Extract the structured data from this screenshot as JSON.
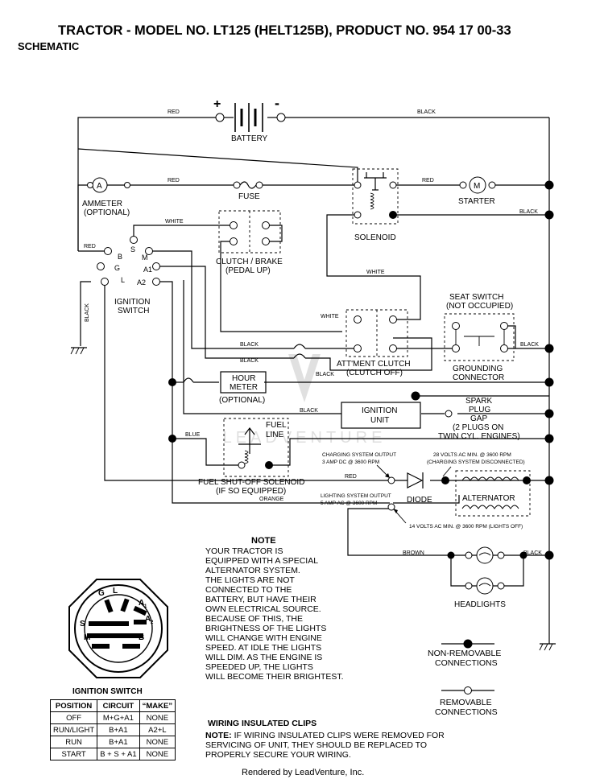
{
  "header": {
    "title": "TRACTOR - MODEL NO. LT125 (HELT125B), PRODUCT NO. 954 17 00-33",
    "subtitle": "SCHEMATIC"
  },
  "battery": {
    "plus": "+",
    "minus": "-",
    "label": "BATTERY"
  },
  "wires": {
    "red": "RED",
    "black": "BLACK",
    "white": "WHITE",
    "blue": "BLUE",
    "orange": "ORANGE",
    "brown": "BROWN"
  },
  "ammeter": {
    "symbol": "A",
    "label1": "AMMETER",
    "label2": "(OPTIONAL)"
  },
  "fuse": {
    "label": "FUSE"
  },
  "solenoid": {
    "label": "SOLENOID"
  },
  "starter": {
    "symbol": "M",
    "label": "STARTER"
  },
  "ignition_switch": {
    "label1": "IGNITION",
    "label2": "SWITCH",
    "terminals": {
      "b": "B",
      "s": "S",
      "m": "M",
      "g": "G",
      "a1": "A1",
      "l": "L",
      "a2": "A2"
    }
  },
  "clutch_brake": {
    "label1": "CLUTCH / BRAKE",
    "label2": "(PEDAL UP)"
  },
  "seat_switch": {
    "label1": "SEAT SWITCH",
    "label2": "(NOT OCCUPIED)"
  },
  "attachment_clutch": {
    "label1": "ATT'MENT CLUTCH",
    "label2": "(CLUTCH OFF)"
  },
  "grounding_connector": {
    "label1": "GROUNDING",
    "label2": "CONNECTOR"
  },
  "hour_meter": {
    "label1": "HOUR",
    "label2": "METER",
    "label3": "(OPTIONAL)"
  },
  "ignition_unit": {
    "label1": "IGNITION",
    "label2": "UNIT"
  },
  "spark_plug": {
    "label1": "SPARK",
    "label2": "PLUG",
    "label3": "GAP",
    "label4": "(2 PLUGS ON",
    "label5": "TWIN CYL. ENGINES)"
  },
  "fuel_line": {
    "label1": "FUEL",
    "label2": "LINE"
  },
  "fuel_solenoid": {
    "label1": "FUEL SHUT-OFF SOLENOID",
    "label2": "(IF SO EQUIPPED)"
  },
  "charging_output": {
    "label1": "CHARGING SYSTEM OUTPUT",
    "label2": "3 AMP DC @ 3600 RPM"
  },
  "alt_volts": {
    "label1": "28 VOLTS AC MIN. @ 3600 RPM",
    "label2": "(CHARGING SYSTEM DISCONNECTED)"
  },
  "diode": {
    "label": "DIODE"
  },
  "alternator": {
    "label": "ALTERNATOR"
  },
  "lighting_output": {
    "label1": "LIGHTING SYSTEM OUTPUT",
    "label2": "5 AMP AC @ 3600 RPM"
  },
  "lights_volts": {
    "label": "14 VOLTS AC MIN. @ 3600 RPM (LIGHTS OFF)"
  },
  "headlights": {
    "label": "HEADLIGHTS"
  },
  "note": {
    "title": "NOTE",
    "lines": [
      "YOUR TRACTOR IS",
      "EQUIPPED WITH A SPECIAL",
      "ALTERNATOR SYSTEM.",
      "THE LIGHTS ARE NOT",
      "CONNECTED TO THE",
      "BATTERY, BUT HAVE THEIR",
      "OWN ELECTRICAL SOURCE.",
      "BECAUSE OF THIS, THE",
      "BRIGHTNESS OF THE LIGHTS",
      "WILL CHANGE WITH ENGINE",
      "SPEED.  AT IDLE THE LIGHTS",
      "WILL DIM.  AS THE ENGINE IS",
      "SPEEDED UP, THE LIGHTS",
      "WILL BECOME THEIR BRIGHTEST."
    ]
  },
  "legend": {
    "non_removable1": "NON-REMOVABLE",
    "non_removable2": "CONNECTIONS",
    "removable1": "REMOVABLE",
    "removable2": "CONNECTIONS"
  },
  "switch_diagram": {
    "title": "IGNITION SWITCH",
    "terminals": {
      "g": "G",
      "l": "L",
      "a1": "A",
      "a1_sub": "1",
      "a2": "A",
      "a2_sub": "2",
      "s": "S",
      "m": "M",
      "b": "B"
    }
  },
  "switch_table": {
    "headers": [
      "POSITION",
      "CIRCUIT",
      "“MAKE”"
    ],
    "rows": [
      [
        "OFF",
        "M+G+A1",
        "NONE"
      ],
      [
        "RUN/LIGHT",
        "B+A1",
        "A2+L"
      ],
      [
        "RUN",
        "B+A1",
        "NONE"
      ],
      [
        "START",
        "B + S + A1",
        "NONE"
      ]
    ]
  },
  "clips": {
    "title": "WIRING INSULATED CLIPS",
    "note_label": "NOTE:",
    "line1": " IF WIRING INSULATED CLIPS WERE REMOVED FOR",
    "line2": "SERVICING OF UNIT, THEY SHOULD BE REPLACED TO",
    "line3": "PROPERLY SECURE YOUR WIRING."
  },
  "watermark": "LEADVENTURE",
  "footer": "Rendered by LeadVenture, Inc."
}
